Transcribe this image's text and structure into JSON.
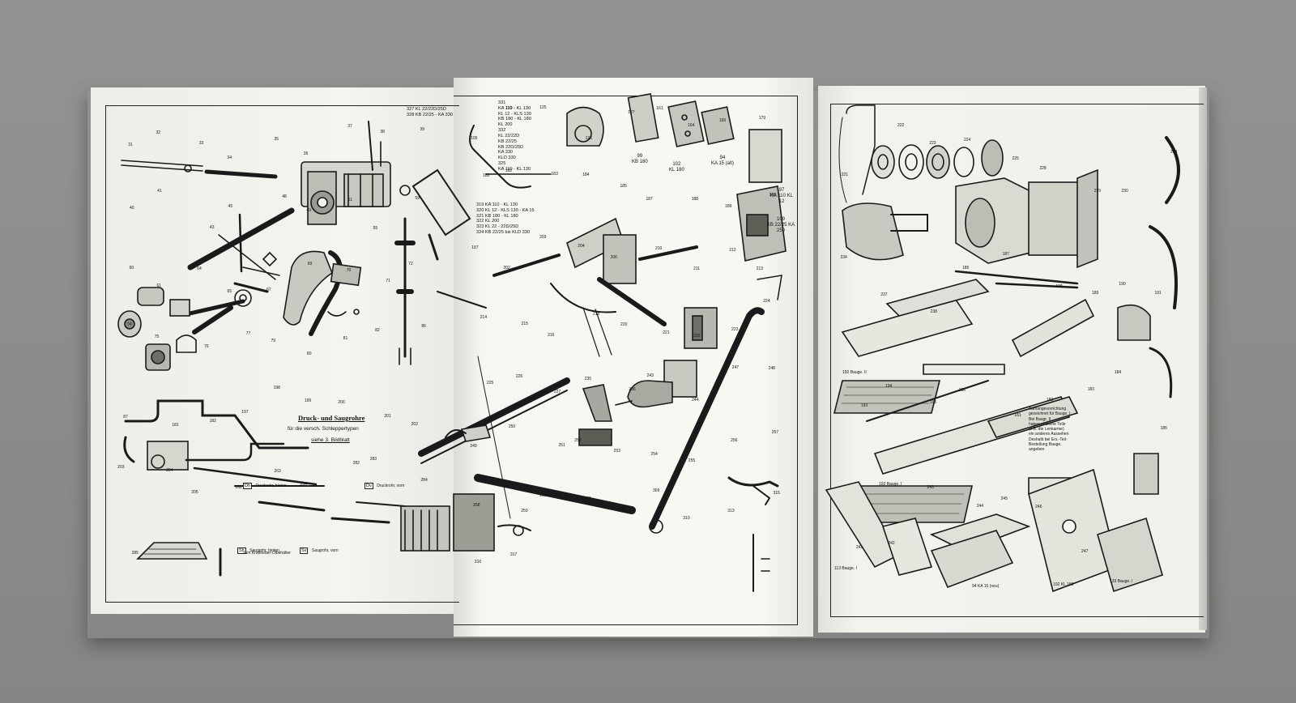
{
  "left_page": {
    "heading": "Druck- und Saugrohre",
    "subtitle": "für die versch. Schleppertypen",
    "see_also": "siehe 3. Bildblatt",
    "tags": [
      {
        "code": "Dh",
        "text": "Druckrohr, hinten"
      },
      {
        "code": "Dv",
        "text": "Druckrohr, vorn"
      },
      {
        "code": "Sh",
        "text": "Saugrohr, hinten"
      },
      {
        "code": "Sv",
        "text": "Saugrohr, vorn"
      }
    ],
    "note_sh": "zum Kraftheber-Ölbehälter",
    "part_numbers": [
      "31",
      "32",
      "33",
      "34",
      "35",
      "36",
      "37",
      "38",
      "39",
      "40",
      "41",
      "43",
      "45",
      "48",
      "49",
      "51",
      "55",
      "59",
      "60",
      "61",
      "64",
      "65",
      "67",
      "69",
      "70",
      "71",
      "72",
      "74",
      "75",
      "76",
      "77",
      "79",
      "80",
      "81",
      "82",
      "86",
      "87",
      "181",
      "182",
      "197",
      "198",
      "199",
      "200",
      "201",
      "202",
      "203",
      "204",
      "205",
      "262",
      "263",
      "264",
      "282",
      "283",
      "284",
      "285"
    ]
  },
  "mid_page": {
    "ref_block_1": [
      "327  KL 22/22D/25D",
      "328  KB 22/25 - KA 330"
    ],
    "ref_block_2": [
      "331",
      "KA 110 - KL 130",
      "KL 12 - KLS 130",
      "KB 180 - KL 180",
      "KL 200",
      "332",
      "KL 22/22D",
      "KB 22/25",
      "KB 22D/25D",
      "KA 330",
      "KLD 330",
      "325",
      "KA 110 - KL 130"
    ],
    "ref_block_3": [
      "319  KA 110 - KL 130",
      "320  KL 12 - KLS 130 - KA 15",
      "321  KB 180 - KL 180",
      "322  KL 200",
      "323  KL 22 - 22D/25D",
      "324  KB 22/25 bis KLD 330"
    ],
    "bracket_labels": [
      {
        "num": "99",
        "code": "KB 180"
      },
      {
        "num": "102",
        "code": "KL 180"
      },
      {
        "num": "94",
        "code": "KA 15 (alt)"
      },
      {
        "num": "97",
        "code": "KA 110 KL 12"
      },
      {
        "num": "109",
        "code": "KB 22/25 KA 250"
      }
    ],
    "part_numbers": [
      "105",
      "110",
      "125",
      "126",
      "127",
      "161",
      "164",
      "165",
      "179",
      "180",
      "182",
      "183",
      "184",
      "185",
      "187",
      "188",
      "189",
      "196",
      "197",
      "202",
      "203",
      "204",
      "206",
      "210",
      "211",
      "212",
      "213",
      "214",
      "215",
      "216",
      "219",
      "220",
      "221",
      "222",
      "223",
      "224",
      "225",
      "226",
      "227",
      "235",
      "236",
      "243",
      "244",
      "247",
      "248",
      "249",
      "250",
      "251",
      "252",
      "253",
      "254",
      "255",
      "256",
      "257",
      "258",
      "259",
      "260",
      "307",
      "308",
      "309",
      "310",
      "313",
      "315",
      "316",
      "317"
    ]
  },
  "right_page": {
    "labels": [
      {
        "text": "192 Bauge. II",
        "kind": "part"
      },
      {
        "text": "192 Bauge. I",
        "kind": "part"
      },
      {
        "text": "113 Bauge. I",
        "kind": "part"
      },
      {
        "text": "94 KA 15 (neu)",
        "kind": "part"
      },
      {
        "text": "102 KL 180",
        "kind": "part"
      },
      {
        "text": "133 Bauge. I",
        "kind": "part"
      }
    ],
    "note": [
      "Aufhängevorrichtung",
      "gezeichnet für Bauge. I",
      "Bei Baugr. II",
      "haben einzelne Teile",
      "(z.B. die Lenkarme)",
      "ein anderes Aussehen",
      "Deshalb bei Ers.-Teil-",
      "Bestellung Bauge.",
      "angeben"
    ],
    "part_numbers": [
      "221",
      "222",
      "223",
      "224",
      "225",
      "228",
      "229",
      "230",
      "233",
      "234",
      "237",
      "238",
      "186",
      "187",
      "188",
      "189",
      "190",
      "191",
      "193",
      "194",
      "195",
      "196",
      "181",
      "182",
      "183",
      "184",
      "185",
      "241",
      "242",
      "243",
      "244",
      "245",
      "246",
      "247"
    ]
  }
}
